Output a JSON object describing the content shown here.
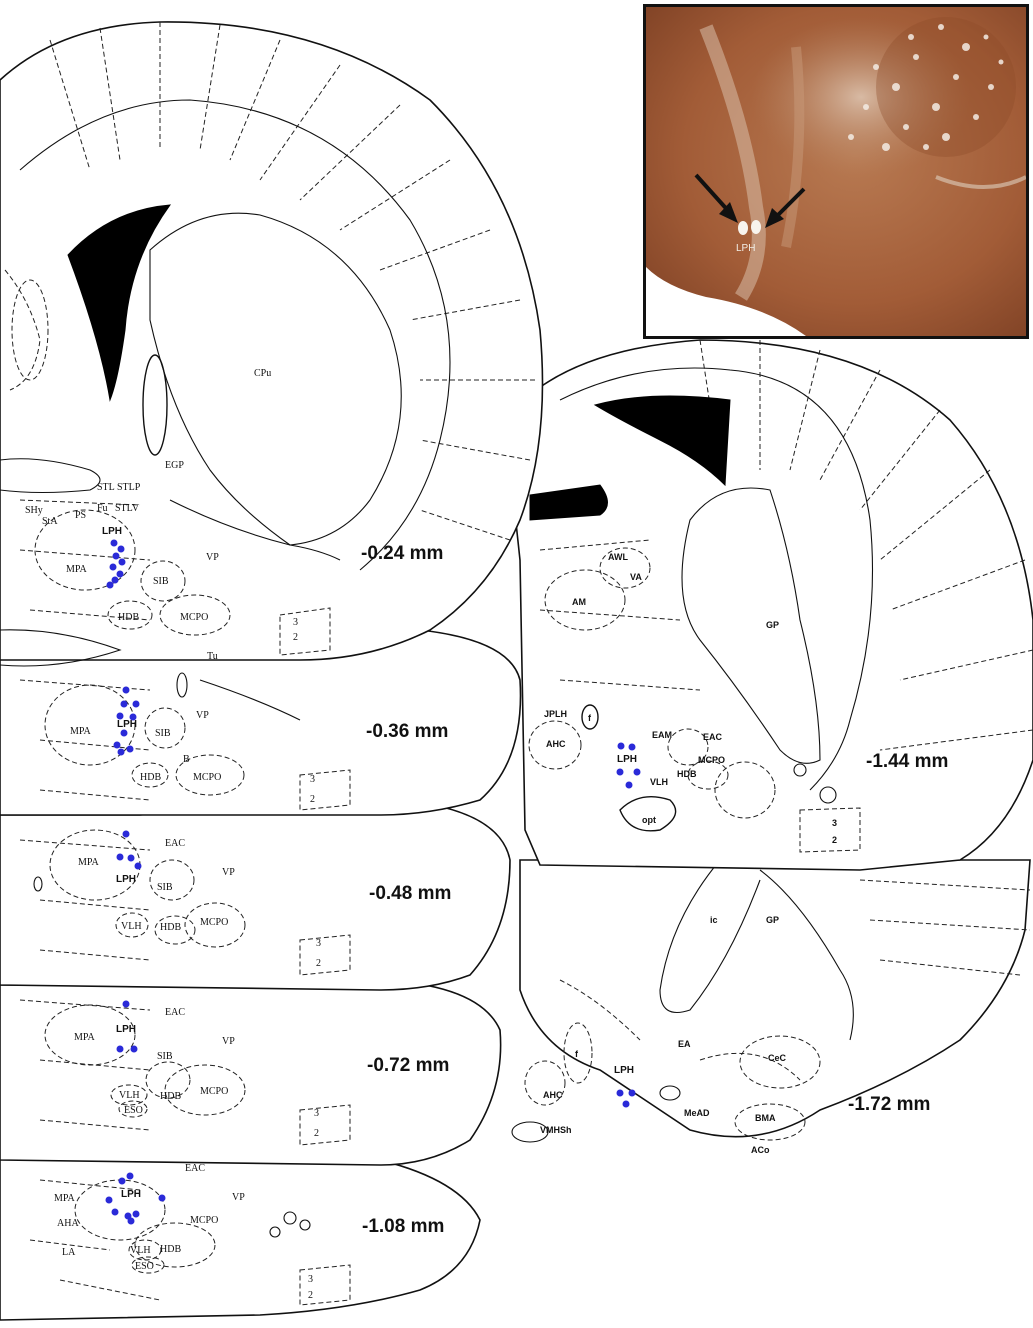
{
  "photo": {
    "label": "LPH"
  },
  "sections": [
    {
      "level": "-0.24 mm",
      "labels": {
        "cpu": "CPu",
        "egp": "EGP",
        "stl": "STL",
        "stlp": "STLP",
        "fu": "Fu",
        "stlv": "STLV",
        "shy": "SHy",
        "sta": "StA",
        "ps": "PS",
        "lph": "LPH",
        "mpa": "MPA",
        "vp": "VP",
        "sib": "SIB",
        "hdb": "HDB",
        "mcpo": "MCPO",
        "tu": "Tu",
        "l3": "3",
        "l2": "2"
      }
    },
    {
      "level": "-0.36 mm",
      "labels": {
        "mpa": "MPA",
        "lph": "LPH",
        "vp": "VP",
        "sib": "SIB",
        "hdb": "HDB",
        "mcpo": "MCPO",
        "b": "B",
        "l3": "3",
        "l2": "2"
      }
    },
    {
      "level": "-0.48 mm",
      "labels": {
        "mpa": "MPA",
        "lph": "LPH",
        "eac": "EAC",
        "vp": "VP",
        "sib": "SIB",
        "vlh": "VLH",
        "hdb": "HDB",
        "mcpo": "MCPO",
        "l3": "3",
        "l2": "2"
      }
    },
    {
      "level": "-0.72 mm",
      "labels": {
        "mpa": "MPA",
        "lph": "LPH",
        "eac": "EAC",
        "vp": "VP",
        "sib": "SIB",
        "vlh": "VLH",
        "eso": "ESO",
        "hdb": "HDB",
        "mcpo": "MCPO",
        "l3": "3",
        "l2": "2"
      }
    },
    {
      "level": "-1.08 mm",
      "labels": {
        "mpa": "MPA",
        "aha": "AHA",
        "la": "LA",
        "lph": "LPH",
        "eac": "EAC",
        "vp": "VP",
        "mcpo": "MCPO",
        "vlh": "VLH",
        "hdb": "HDB",
        "eso": "ESO",
        "l3": "3",
        "l2": "2"
      }
    },
    {
      "level": "-1.44 mm",
      "labels": {
        "awl": "AWL",
        "va": "VA",
        "am": "AM",
        "gp": "GP",
        "jpLH": "JPLH",
        "f": "f",
        "eam": "EAM",
        "eac": "EAC",
        "ahc": "AHC",
        "lph": "LPH",
        "mcpo": "MCPO",
        "hdb": "HDB",
        "vlh": "VLH",
        "opt": "opt",
        "l3": "3",
        "l2": "2"
      }
    },
    {
      "level": "-1.72 mm",
      "labels": {
        "ic": "ic",
        "gp": "GP",
        "f": "f",
        "ea": "EA",
        "cec": "CeC",
        "lph": "LPH",
        "ahc": "AHC",
        "bma": "BMA",
        "mead": "MeAD",
        "vmhsh": "VMHSh",
        "aco": "ACo"
      }
    }
  ]
}
